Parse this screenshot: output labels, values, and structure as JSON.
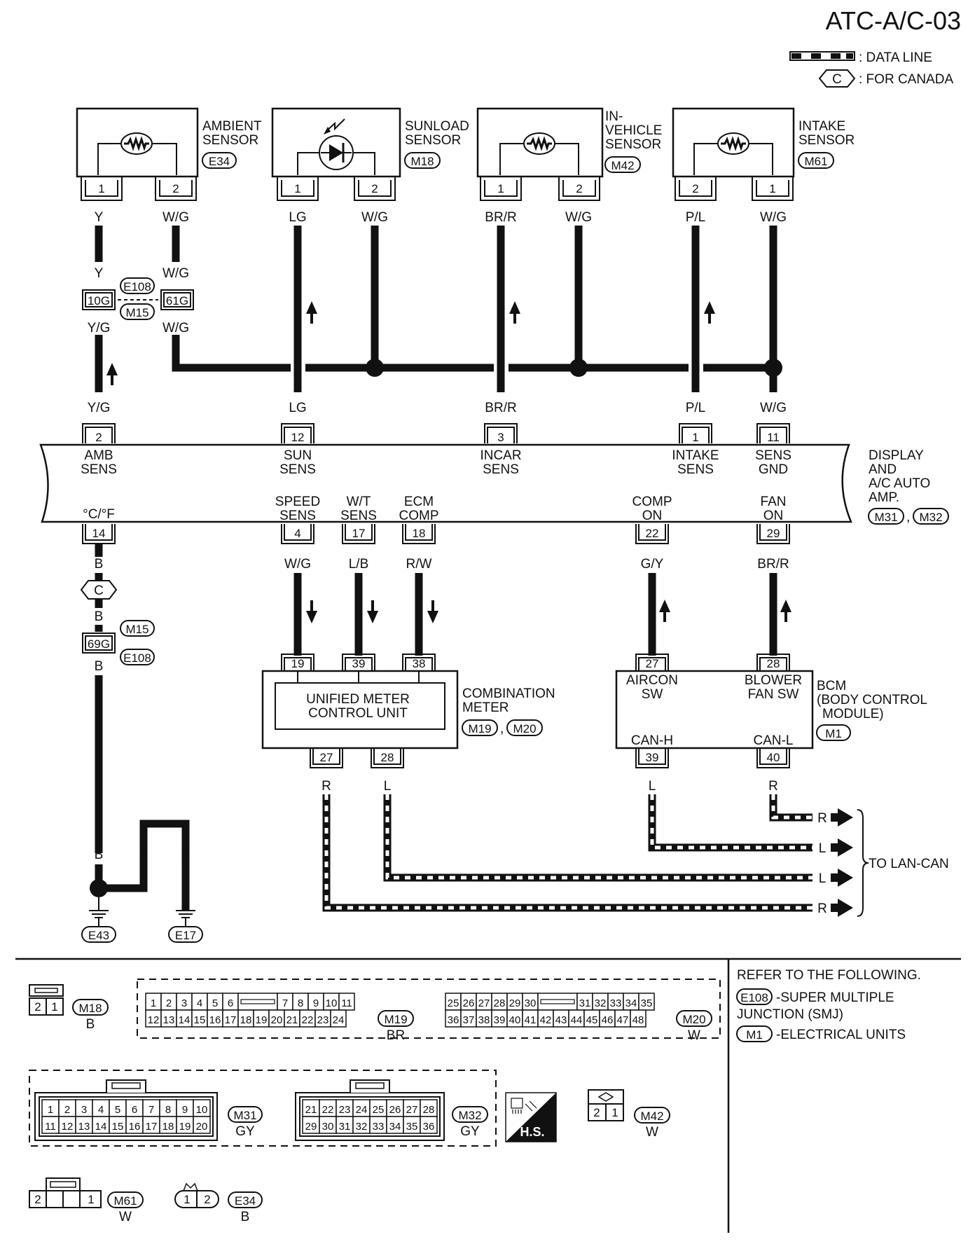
{
  "title": "ATC-A/C-03",
  "legend": {
    "data_line": ": DATA LINE",
    "canada_symbol": "C",
    "canada": ": FOR CANADA"
  },
  "sensors": {
    "ambient": {
      "line1": "AMBIENT",
      "line2": "SENSOR",
      "conn": "E34",
      "pin_a": "1",
      "pin_b": "2",
      "wire_a": "Y",
      "wire_b": "W/G"
    },
    "sunload": {
      "line1": "SUNLOAD",
      "line2": "SENSOR",
      "conn": "M18",
      "pin_a": "1",
      "pin_b": "2",
      "wire_a": "LG",
      "wire_b": "W/G"
    },
    "invehicle": {
      "line1": "IN-",
      "line2": "VEHICLE",
      "line3": "SENSOR",
      "conn": "M42",
      "pin_a": "1",
      "pin_b": "2",
      "wire_a": "BR/R",
      "wire_b": "W/G"
    },
    "intake": {
      "line1": "INTAKE",
      "line2": "SENSOR",
      "conn": "M61",
      "pin_a": "2",
      "pin_b": "1",
      "wire_a": "P/L",
      "wire_b": "W/G"
    }
  },
  "joint": {
    "conn_top": "E108",
    "conn_bottom": "M15",
    "pin_left": "10G",
    "pin_right": "61G",
    "wire_left_top": "Y",
    "wire_left_bottom": "Y/G",
    "wire_right_top": "W/G",
    "wire_right_bottom": "W/G"
  },
  "amp": {
    "name_lines": [
      "DISPLAY",
      "AND",
      "A/C AUTO",
      "AMP."
    ],
    "conn_a": "M31",
    "conn_b": "M32",
    "comma": ",",
    "top_pins": [
      {
        "wire": "Y/G",
        "pin": "2",
        "l1": "AMB",
        "l2": "SENS"
      },
      {
        "wire": "LG",
        "pin": "12",
        "l1": "SUN",
        "l2": "SENS"
      },
      {
        "wire": "BR/R",
        "pin": "3",
        "l1": "INCAR",
        "l2": "SENS"
      },
      {
        "wire": "P/L",
        "pin": "1",
        "l1": "INTAKE",
        "l2": "SENS"
      },
      {
        "wire": "W/G",
        "pin": "11",
        "l1": "SENS",
        "l2": "GND"
      }
    ],
    "bottom_pins": [
      {
        "l1": "",
        "l2": "°C/°F",
        "pin": "14",
        "wire": "B"
      },
      {
        "l1": "SPEED",
        "l2": "SENS",
        "pin": "4",
        "wire": "W/G"
      },
      {
        "l1": "W/T",
        "l2": "SENS",
        "pin": "17",
        "wire": "L/B"
      },
      {
        "l1": "ECM",
        "l2": "COMP",
        "pin": "18",
        "wire": "R/W"
      },
      {
        "l1": "COMP",
        "l2": "ON",
        "pin": "22",
        "wire": "G/Y"
      },
      {
        "l1": "FAN",
        "l2": "ON",
        "pin": "29",
        "wire": "BR/R"
      }
    ]
  },
  "ground": {
    "canada": "C",
    "wire_b1": "B",
    "wire_b2": "B",
    "conn_top": "M15",
    "conn_bottom": "E108",
    "pin": "69G",
    "wire_b3": "B",
    "wire_b4": "B",
    "wire_b5": "B",
    "ground_a": "E43",
    "ground_b": "E17"
  },
  "meter": {
    "inner_l1": "UNIFIED METER",
    "inner_l2": "CONTROL UNIT",
    "name_l1": "COMBINATION",
    "name_l2": "METER",
    "conn_a": "M19",
    "conn_b": "M20",
    "comma": ",",
    "top_pins": [
      "19",
      "39",
      "38"
    ],
    "bottom_pins": [
      "27",
      "28"
    ],
    "wire_27": "R",
    "wire_28": "L"
  },
  "bcm": {
    "sw1_l1": "AIRCON",
    "sw1_l2": "SW",
    "sw2_l1": "BLOWER",
    "sw2_l2": "FAN SW",
    "can_h": "CAN-H",
    "can_l": "CAN-L",
    "name_l1": "BCM",
    "name_l2": "(BODY CONTROL",
    "name_l3": "MODULE)",
    "conn": "M1",
    "top_pins": [
      "27",
      "28"
    ],
    "bottom_pins": [
      "39",
      "40"
    ],
    "wire_39": "L",
    "wire_40": "R"
  },
  "lan": {
    "arrows": [
      "R",
      "L",
      "L",
      "R"
    ],
    "label": "TO LAN-CAN"
  },
  "connectors": {
    "m18": {
      "pins": [
        "2",
        "1"
      ],
      "name": "M18",
      "color": "B"
    },
    "m19": {
      "row1": [
        "1",
        "2",
        "3",
        "4",
        "5",
        "6",
        "7",
        "8",
        "9",
        "10",
        "11"
      ],
      "row2": [
        "12",
        "13",
        "14",
        "15",
        "16",
        "17",
        "18",
        "19",
        "20",
        "21",
        "22",
        "23",
        "24"
      ],
      "name": "M19",
      "color": "BR"
    },
    "m20": {
      "row1": [
        "25",
        "26",
        "27",
        "28",
        "29",
        "30",
        "31",
        "32",
        "33",
        "34",
        "35"
      ],
      "row2": [
        "36",
        "37",
        "38",
        "39",
        "40",
        "41",
        "42",
        "43",
        "44",
        "45",
        "46",
        "47",
        "48"
      ],
      "name": "M20",
      "color": "W"
    },
    "m31": {
      "row1": [
        "1",
        "2",
        "3",
        "4",
        "5",
        "6",
        "7",
        "8",
        "9",
        "10"
      ],
      "row2": [
        "11",
        "12",
        "13",
        "14",
        "15",
        "16",
        "17",
        "18",
        "19",
        "20"
      ],
      "name": "M31",
      "color": "GY"
    },
    "m32": {
      "row1": [
        "21",
        "22",
        "23",
        "24",
        "25",
        "26",
        "27",
        "28"
      ],
      "row2": [
        "29",
        "30",
        "31",
        "32",
        "33",
        "34",
        "35",
        "36"
      ],
      "name": "M32",
      "color": "GY"
    },
    "hs": "H.S.",
    "m42": {
      "pins": [
        "2",
        "1"
      ],
      "name": "M42",
      "color": "W"
    },
    "m61": {
      "pins": [
        "2",
        "1"
      ],
      "name": "M61",
      "color": "W"
    },
    "e34": {
      "pins": [
        "1",
        "2"
      ],
      "name": "E34",
      "color": "B"
    }
  },
  "refer": {
    "heading": "REFER TO THE FOLLOWING.",
    "item1_conn": "E108",
    "item1_l1": "-SUPER MULTIPLE",
    "item1_l2": "JUNCTION (SMJ)",
    "item2_conn": "M1",
    "item2_l1": "-ELECTRICAL UNITS"
  }
}
